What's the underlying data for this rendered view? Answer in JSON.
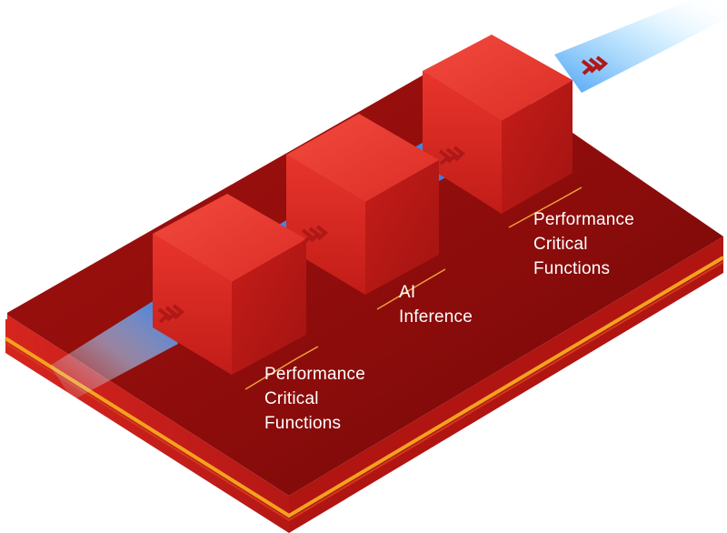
{
  "labels": {
    "left": {
      "lines": [
        "Performance",
        "Critical",
        "Functions"
      ]
    },
    "middle": {
      "lines": [
        "AI",
        "Inference"
      ]
    },
    "right": {
      "lines": [
        "Performance",
        "Critical",
        "Functions"
      ]
    }
  },
  "colors": {
    "board_top": "#8f0d0d",
    "board_side": "#a81414",
    "cube_top": "#e8382f",
    "cube_left": "#d42222",
    "cube_right": "#b81616",
    "accent_stripe": "#f5a21e",
    "leader_line": "#f0a13a",
    "beam": "#3d8df0",
    "arrow": "#b01818",
    "label_text": "#ffffff"
  },
  "icons": {
    "arrows": "chevron-right-triple-icon"
  }
}
